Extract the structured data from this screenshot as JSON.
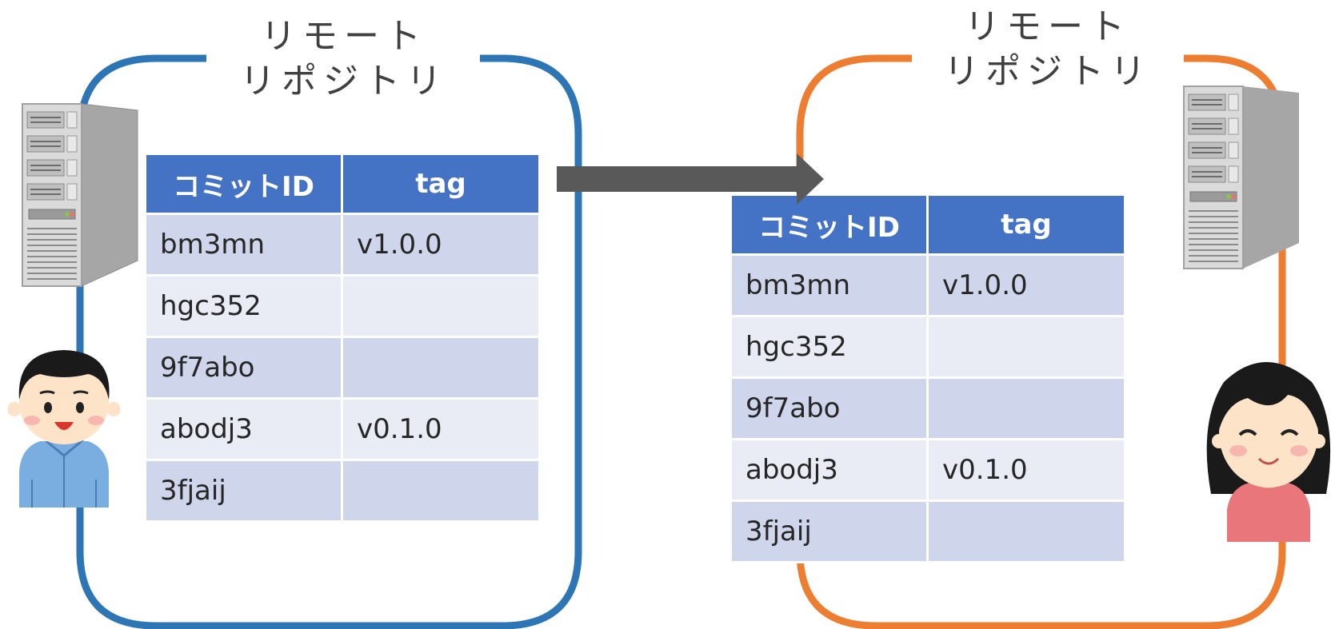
{
  "columns": [
    "コミットID",
    "tag"
  ],
  "left_repo": {
    "title_line1": "リモート",
    "title_line2": "リポジトリ",
    "frame_color": "#2e75b6",
    "rows": [
      {
        "commit": "bm3mn",
        "tag": "v1.0.0"
      },
      {
        "commit": "hgc352",
        "tag": ""
      },
      {
        "commit": "9f7abo",
        "tag": ""
      },
      {
        "commit": "abodj3",
        "tag": "v0.1.0"
      },
      {
        "commit": "3fjaij",
        "tag": ""
      }
    ]
  },
  "right_repo": {
    "title_line1": "リモート",
    "title_line2": "リポジトリ",
    "frame_color": "#ed7d31",
    "rows": [
      {
        "commit": "bm3mn",
        "tag": "v1.0.0"
      },
      {
        "commit": "hgc352",
        "tag": ""
      },
      {
        "commit": "9f7abo",
        "tag": ""
      },
      {
        "commit": "abodj3",
        "tag": "v0.1.0"
      },
      {
        "commit": "3fjaij",
        "tag": ""
      }
    ]
  },
  "colors": {
    "header_bg": "#4472c4",
    "row_odd": "#cfd5ea",
    "row_even": "#e9ebf5",
    "arrow": "#595959"
  },
  "icons": [
    "server-icon",
    "boy-user-icon",
    "girl-user-icon",
    "arrow-right-icon"
  ]
}
